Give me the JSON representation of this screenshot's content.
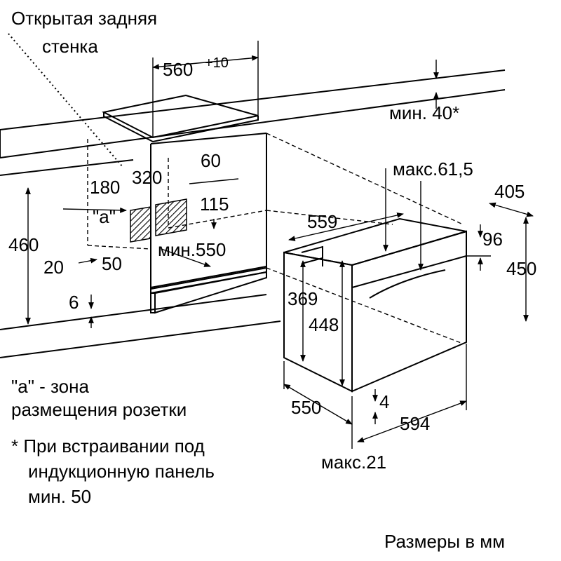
{
  "labels": {
    "open_back_wall_line1": "Открытая задняя",
    "open_back_wall_line2": "стенка",
    "width_560": "560",
    "width_560_tol": "+10",
    "min_40": "мин. 40*",
    "dim_60": "60",
    "dim_180": "180",
    "dim_320": "320",
    "dim_115": "115",
    "zone_a": "\"a\"",
    "dim_460": "460",
    "dim_20": "20",
    "dim_50": "50",
    "min_550": "мин.550",
    "dim_6": "6",
    "max_61_5": "макс.61,5",
    "dim_405": "405",
    "dim_559": "559",
    "dim_96": "96",
    "dim_450": "450",
    "dim_369": "369",
    "dim_448": "448",
    "dim_550": "550",
    "dim_4": "4",
    "dim_594": "594",
    "max_21": "макс.21"
  },
  "notes": {
    "zone_line1": "\"a\" - зона",
    "zone_line2": "размещения розетки",
    "induction_line1": "* При встраивании под",
    "induction_line2": "индукционную панель",
    "induction_line3": "мин. 50"
  },
  "footer": {
    "units": "Размеры в мм"
  }
}
